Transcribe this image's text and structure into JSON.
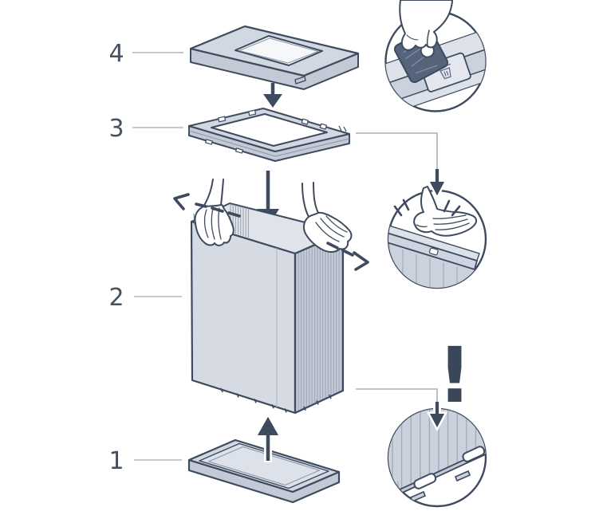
{
  "steps": [
    {
      "number": "1",
      "part": "base-plate"
    },
    {
      "number": "2",
      "part": "folding-body-shell"
    },
    {
      "number": "3",
      "part": "frame-rim"
    },
    {
      "number": "4",
      "part": "lid"
    }
  ],
  "annotations": {
    "exclamation": "!"
  },
  "callouts": [
    {
      "name": "insert-cassette-detail"
    },
    {
      "name": "press-frame-click-detail"
    },
    {
      "name": "bottom-slots-warning-detail"
    }
  ],
  "colors": {
    "outline": "#3e4a5e",
    "fill_light": "#d5dae3",
    "fill_mid": "#c3cad6",
    "fill_interior": "#e0e4ea",
    "rib_line": "#96a0b0",
    "leader_line": "#b4b8bf",
    "connector_line": "#a9aeb6",
    "cassette_fill": "#55647b",
    "accent_dark": "#3a4759",
    "white": "#ffffff"
  }
}
